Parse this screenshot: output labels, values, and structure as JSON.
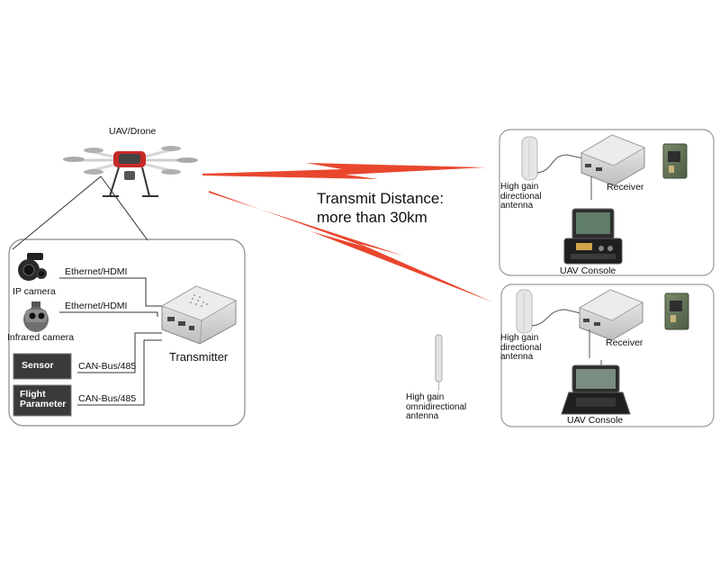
{
  "diagram": {
    "drone_label": "UAV/Drone",
    "transmit_title": "Transmit Distance:",
    "transmit_value": "more than 30km",
    "payload": {
      "ip_camera": "IP camera",
      "infrared_camera": "Infrared camera",
      "sensor": "Sensor",
      "flight_parameter": "Flight Parameter",
      "link_1": "Ethernet/HDMI",
      "link_2": "Ethernet/HDMI",
      "link_3": "CAN-Bus/485",
      "link_4": "CAN-Bus/485",
      "transmitter": "Transmitter"
    },
    "ground_station_1": {
      "antenna": "High gain directional antenna",
      "receiver": "Receiver",
      "console": "UAV Console"
    },
    "ground_station_2": {
      "antenna": "High gain directional antenna",
      "receiver": "Receiver",
      "console": "UAV Console"
    },
    "omni_antenna": "High gain omnidirectional antenna"
  },
  "colors": {
    "signal": "#e8472e",
    "border": "#8a8a8a",
    "dark_box": "#3a3a3a",
    "device_silver": "#d8d8d8"
  }
}
